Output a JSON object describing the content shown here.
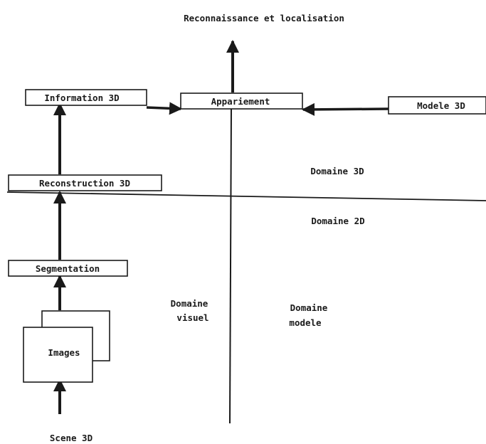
{
  "title": "Reconnaissance et localisation",
  "nodes": {
    "scene": "Scene 3D",
    "images": "Images",
    "segmentation": "Segmentation",
    "reconstruction": "Reconstruction 3D",
    "information": "Information 3D",
    "appariement": "Appariement",
    "modele3d": "Modele 3D"
  },
  "regions": {
    "domaine_3d": "Domaine 3D",
    "domaine_2d": "Domaine 2D",
    "domaine_visuel_line1": "Domaine",
    "domaine_visuel_line2": "visuel",
    "domaine_modele_line1": "Domaine",
    "domaine_modele_line2": "modele"
  },
  "colors": {
    "ink": "#1a1a1a",
    "background": "#ffffff"
  }
}
